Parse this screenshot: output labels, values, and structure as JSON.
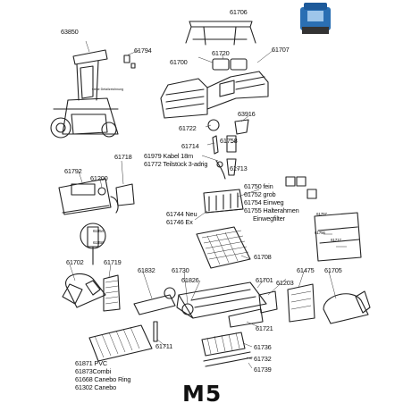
{
  "model": "M5",
  "parts": [
    {
      "id": "p61706",
      "text": "61706"
    },
    {
      "id": "p63850",
      "text": "63850"
    },
    {
      "id": "p61794",
      "text": "61794"
    },
    {
      "id": "p61720",
      "text": "61720"
    },
    {
      "id": "p61700",
      "text": "61700"
    },
    {
      "id": "p61707",
      "text": "61707"
    },
    {
      "id": "pdetail",
      "text": "siehe Detailzeichnung"
    },
    {
      "id": "p63916",
      "text": "63916"
    },
    {
      "id": "p61722",
      "text": "61722"
    },
    {
      "id": "p61714",
      "text": "61714"
    },
    {
      "id": "p61758",
      "text": "61758"
    },
    {
      "id": "p61979",
      "text": "61979 Kabel 18m"
    },
    {
      "id": "p61772",
      "text": "61772 Teilstück 3-adrig"
    },
    {
      "id": "p61713",
      "text": "61713"
    },
    {
      "id": "p61792",
      "text": "61792"
    },
    {
      "id": "p61718",
      "text": "61718"
    },
    {
      "id": "p61200",
      "text": "61200"
    },
    {
      "id": "p61750",
      "text": "61750 fein"
    },
    {
      "id": "p61752",
      "text": "61752 grob"
    },
    {
      "id": "p61754",
      "text": "61754 Einweg"
    },
    {
      "id": "p61755",
      "text": "61755 Halterahmen"
    },
    {
      "id": "pEinweg",
      "text": "Einwegfilter"
    },
    {
      "id": "p61744",
      "text": "61744 Neu"
    },
    {
      "id": "p61746",
      "text": "61746 Ex"
    },
    {
      "id": "p61757",
      "text": "61757"
    },
    {
      "id": "p61756",
      "text": "61756"
    },
    {
      "id": "p61717",
      "text": "61717"
    },
    {
      "id": "p61854",
      "text": "61854"
    },
    {
      "id": "p61858",
      "text": "61858"
    },
    {
      "id": "p61708",
      "text": "61708"
    },
    {
      "id": "p61702",
      "text": "61702"
    },
    {
      "id": "p61719",
      "text": "61719"
    },
    {
      "id": "p61832",
      "text": "61832"
    },
    {
      "id": "p61730",
      "text": "61730"
    },
    {
      "id": "p61826",
      "text": "61826"
    },
    {
      "id": "p61701",
      "text": "61701"
    },
    {
      "id": "p61203",
      "text": "61203"
    },
    {
      "id": "p61475",
      "text": "61475"
    },
    {
      "id": "p61705",
      "text": "61705"
    },
    {
      "id": "p61721",
      "text": "61721"
    },
    {
      "id": "p61711",
      "text": "61711"
    },
    {
      "id": "p61736",
      "text": "61736"
    },
    {
      "id": "p61732",
      "text": "61732"
    },
    {
      "id": "p61739",
      "text": "61739"
    },
    {
      "id": "p61871",
      "text": "61871 PVC"
    },
    {
      "id": "p61873",
      "text": "61873Combi"
    },
    {
      "id": "p61668",
      "text": "61668 Canebo Ring"
    },
    {
      "id": "p61302",
      "text": "61302 Canebo"
    }
  ]
}
